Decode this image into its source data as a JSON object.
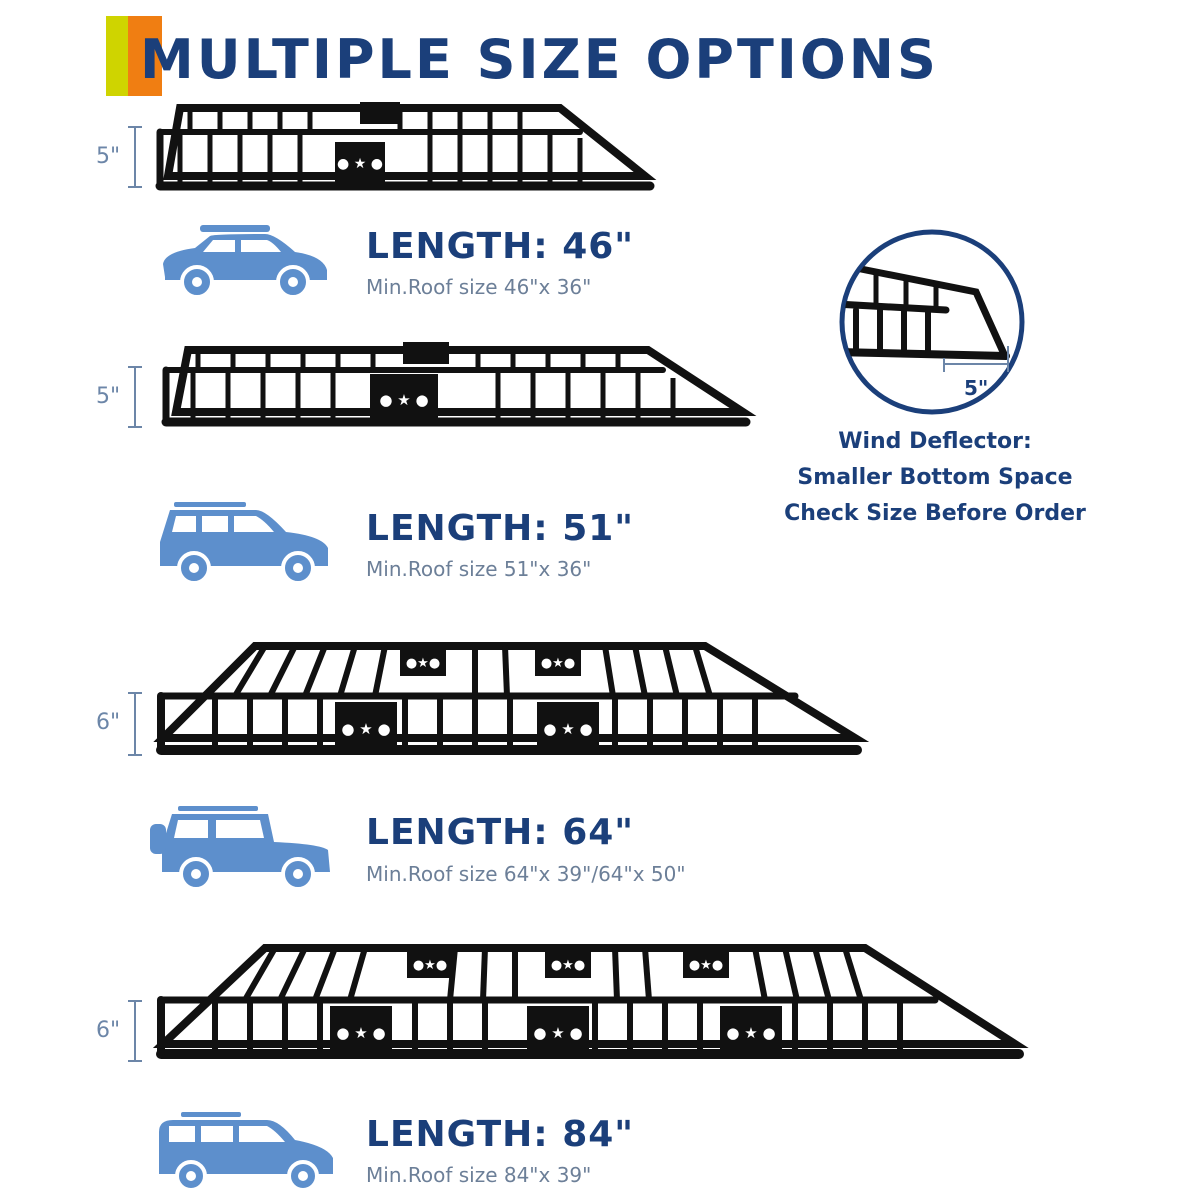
{
  "header": {
    "title": "MULTIPLE SIZE OPTIONS",
    "accent_colors": [
      "#cfd400",
      "#f07e12"
    ],
    "title_color": "#1b3f7a"
  },
  "racks": [
    {
      "height_label": "5\"",
      "length_label": "LENGTH: 46\"",
      "roof_label": "Min.Roof size 46\"x 36\"",
      "vehicle_icon": "hatchback-car-icon"
    },
    {
      "height_label": "5\"",
      "length_label": "LENGTH: 51\"",
      "roof_label": "Min.Roof size 51\"x 36\"",
      "vehicle_icon": "suv-car-icon"
    },
    {
      "height_label": "6\"",
      "length_label": "LENGTH: 64\"",
      "roof_label": "Min.Roof size 64\"x 39\"/64\"x 50\"",
      "vehicle_icon": "offroad-jeep-icon"
    },
    {
      "height_label": "6\"",
      "length_label": "LENGTH: 84\"",
      "roof_label": "Min.Roof size 84\"x 39\"",
      "vehicle_icon": "minivan-icon"
    }
  ],
  "detail": {
    "measure_label": "5\"",
    "note_lines": [
      "Wind Deflector:",
      "Smaller Bottom Space",
      "Check Size Before Order"
    ]
  },
  "colors": {
    "vehicle": "#5d8fcc",
    "rack": "#111111",
    "dim": "#6c86a8"
  }
}
